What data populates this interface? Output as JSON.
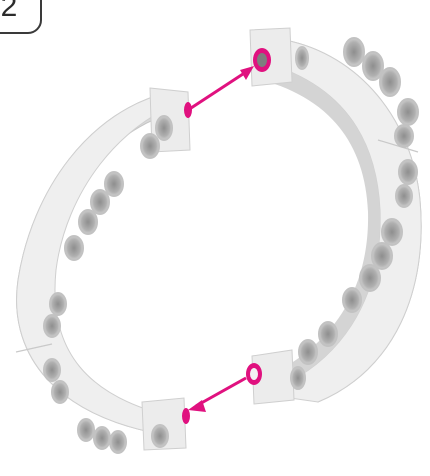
{
  "step": {
    "number": "2"
  },
  "colors": {
    "beam_face": "#f2f2f2",
    "beam_side": "#d7d7d7",
    "beam_dark": "#bcbcbc",
    "hole_rim": "#c9c9c9",
    "hole_inner": "#9b9b9b",
    "connector_pin": "#e0117f",
    "arrow": "#e0117f"
  },
  "icons": [
    "curved-beam-left",
    "curved-beam-right",
    "connector-pin-icon",
    "arrow-icon"
  ]
}
